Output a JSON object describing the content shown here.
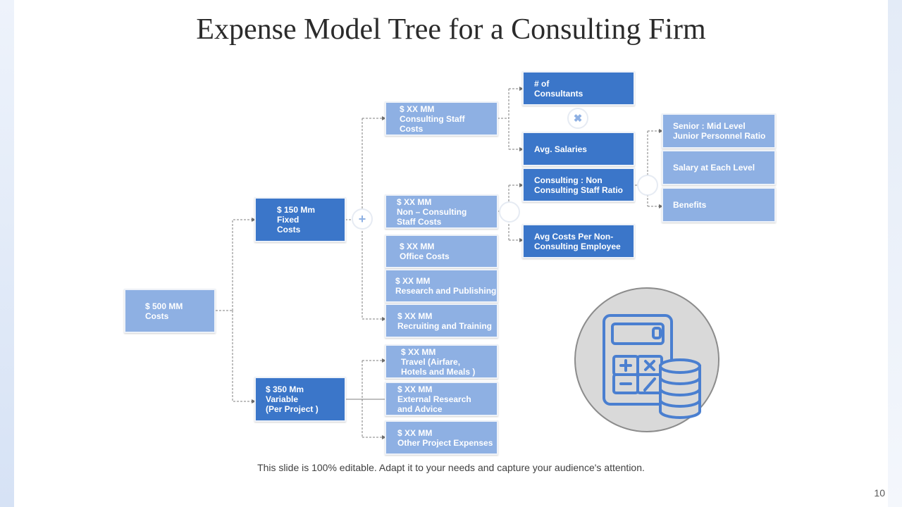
{
  "slide": {
    "title": "Expense Model Tree for a Consulting Firm",
    "footer": "This slide is 100% editable. Adapt it to your needs and capture your audience's attention.",
    "page_number": "10"
  },
  "tree": {
    "root": "$ 500 MM\nCosts",
    "fixed": "$ 150 Mm\nFixed\nCosts",
    "variable": "$ 350 Mm\nVariable\n(Per Project )",
    "consulting_staff": "$ XX MM\nConsulting  Staff\nCosts",
    "non_consulting_staff": "$ XX MM\nNon – Consulting\nStaff Costs",
    "office": "$ XX MM\nOffice Costs",
    "research": "$ XX MM\nResearch and Publishing",
    "recruiting": "$ XX MM\nRecruiting  and Training",
    "travel": "$ XX MM\nTravel (Airfare,\nHotels and Meals )",
    "external": "$ XX MM\nExternal Research\nand Advice",
    "other": "$ XX MM\nOther Project Expenses",
    "num_consultants": "# of\nConsultants",
    "avg_salaries": "Avg.  Salaries",
    "staff_ratio": "Consulting  : Non\nConsulting  Staff Ratio",
    "avg_costs_non": "Avg Costs Per Non-\nConsulting  Employee",
    "senior_ratio": "Senior : Mid Level\nJunior Personnel Ratio",
    "salary_level": "Salary at Each Level",
    "benefits": "Benefits"
  },
  "operators": {
    "plus": "+",
    "times": "✖"
  },
  "colors": {
    "dark_box": "#3b76c9",
    "light_box": "#8eb0e3",
    "icon_blue": "#4a7fd0"
  },
  "icons": {
    "calculator": "calculator-coins-icon"
  }
}
